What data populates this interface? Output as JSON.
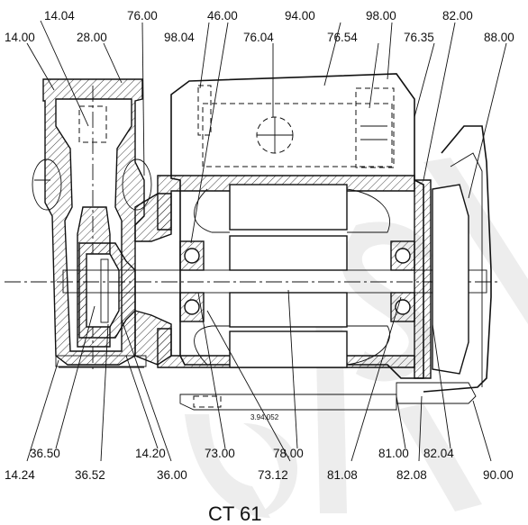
{
  "drawing": {
    "title": "CT 61",
    "code": "3.94.052",
    "labels_top": [
      "14.04",
      "14.00",
      "28.00",
      "76.00",
      "46.00",
      "98.04",
      "76.04",
      "94.00",
      "76.54",
      "98.00",
      "76.35",
      "82.00",
      "88.00"
    ],
    "labels_bottom": [
      "36.50",
      "14.24",
      "36.52",
      "14.20",
      "36.00",
      "73.00",
      "73.12",
      "78.00",
      "81.08",
      "81.00",
      "82.04",
      "82.08",
      "90.00"
    ]
  }
}
